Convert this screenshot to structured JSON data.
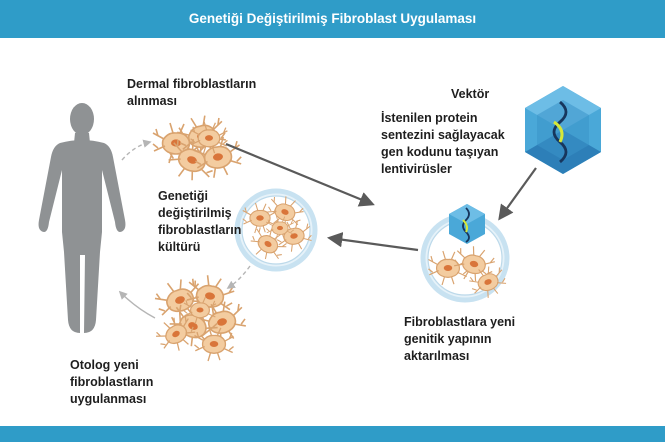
{
  "colors": {
    "header": "#2f9cc8",
    "cell_fill": "#f3cca0",
    "cell_stroke": "#d9a36f",
    "nucleus": "#d9753a",
    "silhouette": "#8f9294",
    "virus_outer": "#4aa8d8",
    "virus_inner": "#2d7fb8",
    "rna_dark": "#17365d",
    "rna_highlight": "#d6e83a",
    "arrow": "#5a5a5a",
    "dish_ring": "#c8e2f1"
  },
  "header": {
    "title": "Genetiği Değiştirilmiş Fibroblast Uygulaması"
  },
  "labels": {
    "dermal": [
      "Dermal fibroblastların",
      "alınması"
    ],
    "vector_title": "Vektör",
    "vector_desc": [
      "İstenilen protein",
      "sentezini sağlayacak",
      "gen kodunu taşıyan",
      "lentivirüsler"
    ],
    "culture": [
      "Genetiği",
      "değiştirilmiş",
      "fibroblastların",
      "kültürü"
    ],
    "transfer": [
      "Fibroblastlara yeni",
      "genitik yapının",
      "aktarılması"
    ],
    "autologous": [
      "Otolog yeni",
      "fibroblastların",
      "uygulanması"
    ]
  },
  "icons": {
    "human": "human-silhouette-icon",
    "virus": "lentivirus-icon",
    "cell": "fibroblast-cell-icon",
    "dish": "culture-dish-icon"
  }
}
